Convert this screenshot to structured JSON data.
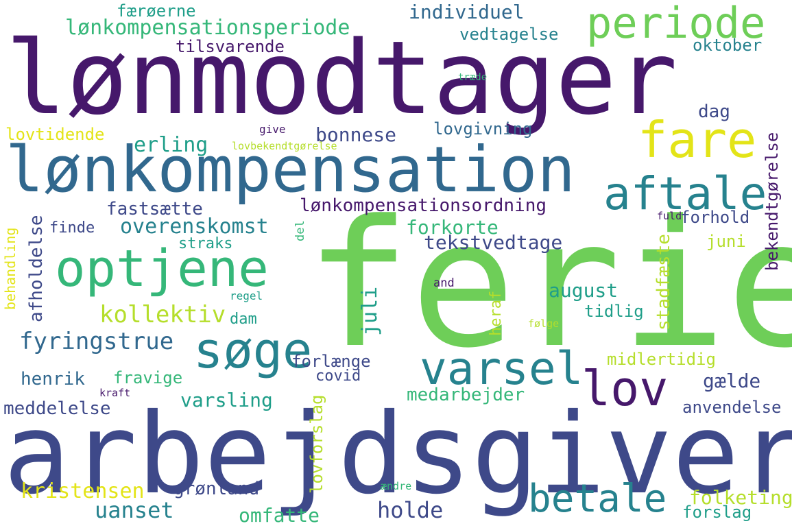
{
  "palette": {
    "dark_purple": "#46186b",
    "indigo": "#3e4989",
    "blue": "#31688e",
    "teal": "#26828e",
    "sea_green": "#1f9e89",
    "green": "#35b779",
    "light_green": "#6ece58",
    "lime": "#b5de2b",
    "yellow": "#e3e418"
  },
  "words": [
    {
      "text": "lønmodtager"
    },
    {
      "text": "ferie"
    },
    {
      "text": "arbejdsgiver"
    },
    {
      "text": "lønkompensation"
    },
    {
      "text": "periode"
    },
    {
      "text": "fare"
    },
    {
      "text": "aftale"
    },
    {
      "text": "optjene"
    },
    {
      "text": "søge"
    },
    {
      "text": "varsel"
    },
    {
      "text": "lov"
    },
    {
      "text": "betale"
    },
    {
      "text": "lønkompensationsperiode"
    },
    {
      "text": "færøerne"
    },
    {
      "text": "individuel"
    },
    {
      "text": "vedtagelse"
    },
    {
      "text": "tilsvarende"
    },
    {
      "text": "oktober"
    },
    {
      "text": "træde"
    },
    {
      "text": "lovtidende"
    },
    {
      "text": "give"
    },
    {
      "text": "lovbekendtgørelse"
    },
    {
      "text": "bonnese"
    },
    {
      "text": "lovgivning"
    },
    {
      "text": "dag"
    },
    {
      "text": "erling"
    },
    {
      "text": "bekendtgørelse"
    },
    {
      "text": "fastsætte"
    },
    {
      "text": "lønkompensationsordning"
    },
    {
      "text": "overenskomst"
    },
    {
      "text": "finde"
    },
    {
      "text": "forkorte"
    },
    {
      "text": "fuld"
    },
    {
      "text": "forhold"
    },
    {
      "text": "afholdelse"
    },
    {
      "text": "del"
    },
    {
      "text": "straks"
    },
    {
      "text": "tekstvedtage"
    },
    {
      "text": "juni"
    },
    {
      "text": "behandling"
    },
    {
      "text": "and"
    },
    {
      "text": "regel"
    },
    {
      "text": "august"
    },
    {
      "text": "kollektiv"
    },
    {
      "text": "juli"
    },
    {
      "text": "dam"
    },
    {
      "text": "tidlig"
    },
    {
      "text": "heraf"
    },
    {
      "text": "følge"
    },
    {
      "text": "stadfæste"
    },
    {
      "text": "fyringstrue"
    },
    {
      "text": "forlænge"
    },
    {
      "text": "midlertidig"
    },
    {
      "text": "covid"
    },
    {
      "text": "henrik"
    },
    {
      "text": "fravige"
    },
    {
      "text": "gælde"
    },
    {
      "text": "kraft"
    },
    {
      "text": "lovforslag"
    },
    {
      "text": "varsling"
    },
    {
      "text": "medarbejder"
    },
    {
      "text": "meddelelse"
    },
    {
      "text": "anvendelse"
    },
    {
      "text": "ændre"
    },
    {
      "text": "kristensen"
    },
    {
      "text": "grønland"
    },
    {
      "text": "uanset"
    },
    {
      "text": "omfatte"
    },
    {
      "text": "holde"
    },
    {
      "text": "folketing"
    },
    {
      "text": "forslag"
    }
  ]
}
